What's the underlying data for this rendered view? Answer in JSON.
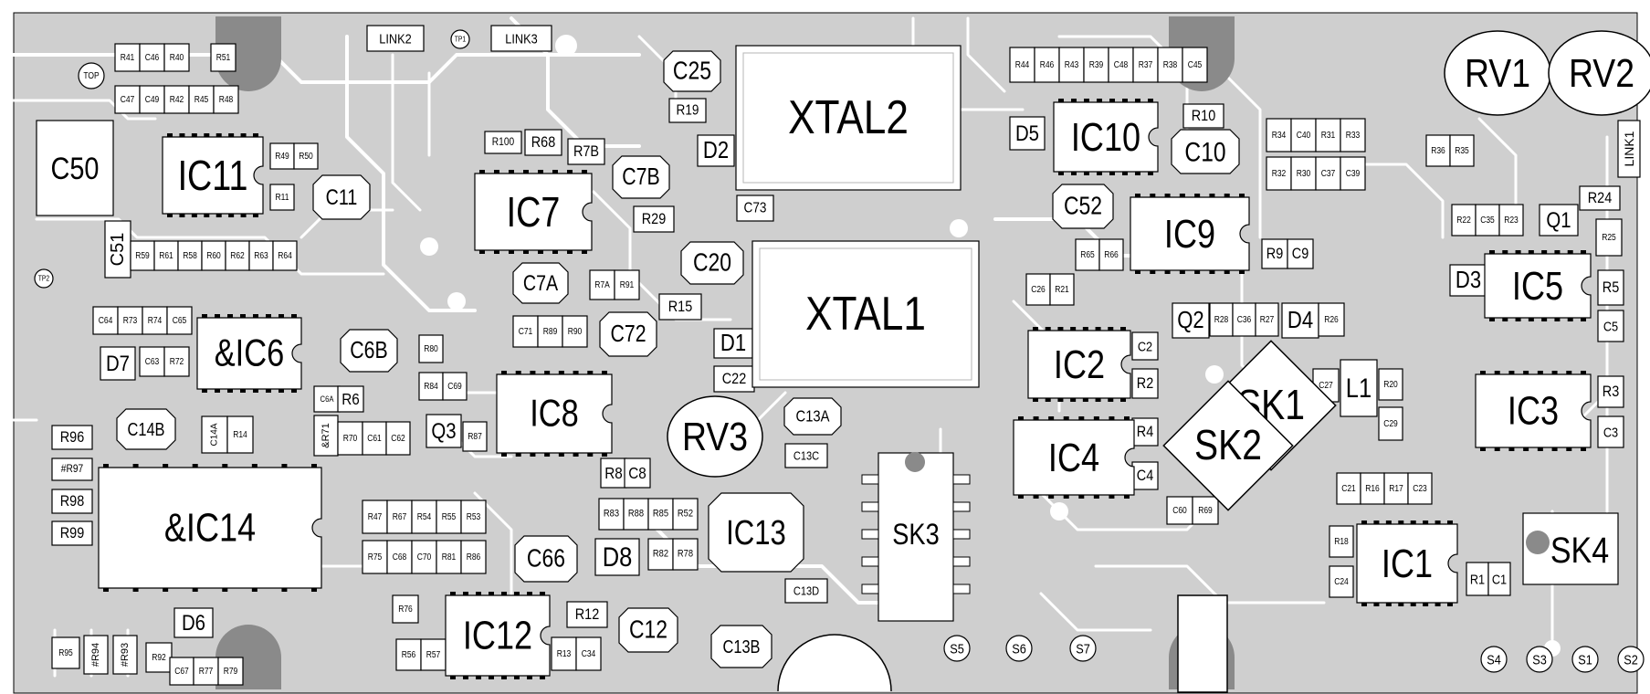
{
  "board": {
    "colors": {
      "substrate": "#cfcfcf",
      "track": "#ffffff",
      "part_fill": "#ffffff",
      "outline": "#000000",
      "hole": "#8a8a8a",
      "pad": "#ffffff"
    },
    "labels": {
      "LINK2": "LINK2",
      "LINK3": "LINK3",
      "TP1": "TP1",
      "TP2": "TP2",
      "TOP": "TOP",
      "C50": "C50",
      "IC11": "IC11",
      "C11": "C11",
      "C51": "C51",
      "R41": "R41",
      "C46": "C46",
      "R40": "R40",
      "R51": "R51",
      "C47": "C47",
      "C49": "C49",
      "R42": "R42",
      "R45": "R45",
      "R48": "R48",
      "R49": "R49",
      "R50": "R50",
      "R11": "R11",
      "R59": "R59",
      "R61": "R61",
      "R58": "R58",
      "R60": "R60",
      "R62": "R62",
      "R63": "R63",
      "R64": "R64",
      "C64": "C64",
      "R73": "R73",
      "R74": "R74",
      "C65": "C65",
      "D7": "D7",
      "C63": "C63",
      "R72": "R72",
      "IC6": "&IC6",
      "C6B": "C6B",
      "C6A": "C6A",
      "R6": "R6",
      "R71": "&R71",
      "R70": "R70",
      "C61": "C61",
      "C62": "C62",
      "R80": "R80",
      "R84": "R84",
      "C69": "C69",
      "Q3": "Q3",
      "R87": "R87",
      "C14B": "C14B",
      "C14A": "C14A",
      "R14": "R14",
      "R96": "R96",
      "R97": "#R97",
      "R98": "R98",
      "R99": "R99",
      "IC14": "&IC14",
      "D6": "D6",
      "R95": "R95",
      "R94": "#R94",
      "R93": "#R93",
      "R92": "R92",
      "C67": "C67",
      "R77": "R77",
      "R79": "R79",
      "R100": "R100",
      "R68": "R68",
      "R7B": "R7B",
      "C7B": "C7B",
      "R29": "R29",
      "IC7": "IC7",
      "C25": "C25",
      "R19": "R19",
      "D2": "D2",
      "XTAL2": "XTAL2",
      "C73": "C73",
      "C7A": "C7A",
      "R7A": "R7A",
      "R91": "R91",
      "C20": "C20",
      "R15": "R15",
      "C71": "C71",
      "R89": "R89",
      "R90": "R90",
      "C72": "C72",
      "XTAL1": "XTAL1",
      "D1": "D1",
      "C22": "C22",
      "IC8": "IC8",
      "RV3": "RV3",
      "C13A": "C13A",
      "C13C": "C13C",
      "R8": "R8",
      "C8": "C8",
      "R83": "R83",
      "R88": "R88",
      "R85": "R85",
      "R52": "R52",
      "R82": "R82",
      "R78": "R78",
      "D8": "D8",
      "C66": "C66",
      "IC13": "IC13",
      "C13D": "C13D",
      "SK3": "SK3",
      "R47": "R47",
      "R67": "R67",
      "R54": "R54",
      "R55": "R55",
      "R53": "R53",
      "R75": "R75",
      "C68": "C68",
      "C70": "C70",
      "R81": "R81",
      "R86": "R86",
      "R76": "R76",
      "R56": "R56",
      "R57": "R57",
      "IC12": "IC12",
      "R12": "R12",
      "R13": "R13",
      "C34": "C34",
      "C12": "C12",
      "C13B": "C13B",
      "S5": "S5",
      "S6": "S6",
      "S7": "S7",
      "R44": "R44",
      "R46": "R46",
      "R43": "R43",
      "R39": "R39",
      "C48": "C48",
      "R37": "R37",
      "R38": "R38",
      "C45": "C45",
      "D5": "D5",
      "IC10": "IC10",
      "R10": "R10",
      "C10": "C10",
      "C52": "C52",
      "IC9": "IC9",
      "R34": "R34",
      "C40": "C40",
      "R31": "R31",
      "R33": "R33",
      "R32": "R32",
      "R30": "R30",
      "C37": "C37",
      "C39": "C39",
      "R65": "R65",
      "R66": "R66",
      "R9": "R9",
      "C9": "C9",
      "C26": "C26",
      "R21": "R21",
      "Q2": "Q2",
      "R28": "R28",
      "C36": "C36",
      "R27": "R27",
      "D4": "D4",
      "R26": "R26",
      "IC2": "IC2",
      "C2": "C2",
      "R2": "R2",
      "IC4": "IC4",
      "R4": "R4",
      "C4": "C4",
      "SK1": "SK1",
      "SK2": "SK2",
      "C27": "C27",
      "L1": "L1",
      "R20": "R20",
      "C29": "C29",
      "C60": "C60",
      "R69": "R69",
      "RV1": "RV1",
      "RV2": "RV2",
      "LINK1": "LINK1",
      "R36": "R36",
      "R35": "R35",
      "R24": "R24",
      "R22": "R22",
      "C35": "C35",
      "R23": "R23",
      "Q1": "Q1",
      "R25": "R25",
      "D3": "D3",
      "IC5": "IC5",
      "R5": "R5",
      "C5": "C5",
      "IC3": "IC3",
      "R3": "R3",
      "C3": "C3",
      "C21": "C21",
      "R16": "R16",
      "R17": "R17",
      "C23": "C23",
      "R18": "R18",
      "C24": "C24",
      "IC1": "IC1",
      "R1": "R1",
      "C1": "C1",
      "SK4": "SK4",
      "S4": "S4",
      "S3": "S3",
      "S1": "S1",
      "S2": "S2"
    }
  }
}
